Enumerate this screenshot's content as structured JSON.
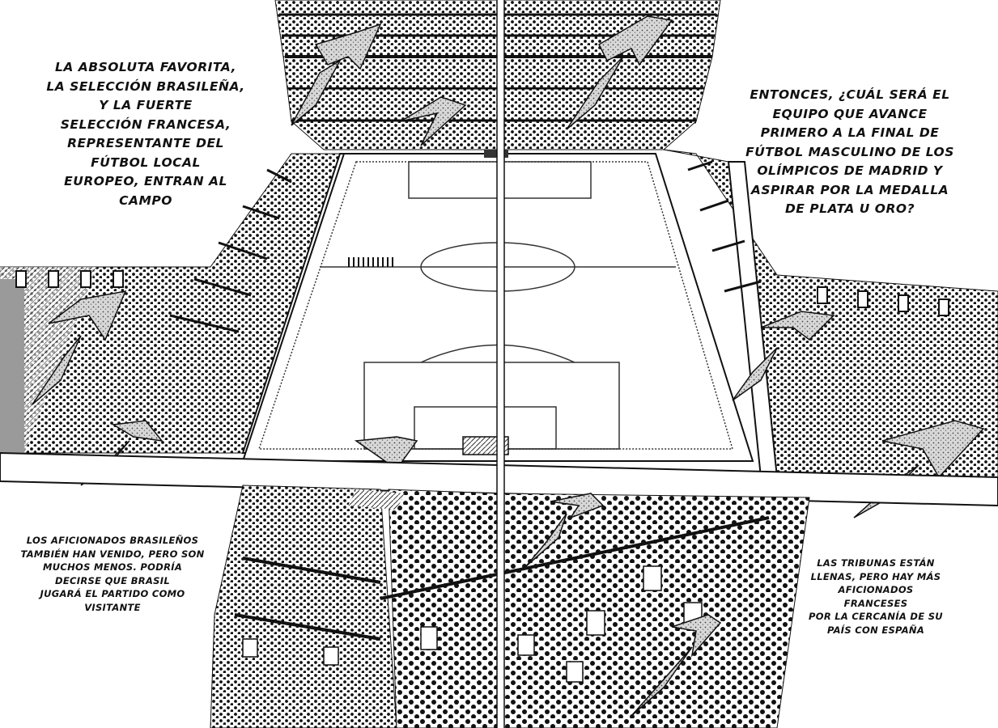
{
  "captions": {
    "top_left": "La absoluta favorita,\nla Selección Brasileña,\ny la fuerte\nselección Francesa,\nrepresentante del\nfútbol local\neuropeo, entran al\ncampo",
    "top_right": "Entonces, ¿cuál será el\nequipo que avance\nprimero a la final de\nfútbol masculino de los\nolímpicos de Madrid y\naspirar por la medalla\nde plata u oro?",
    "bottom_left": "Los aficionados brasileños\ntambién han venido, pero son\nmuchos menos. Podría\ndecirse que Brasil\njugará el partido como\nvisitante",
    "bottom_right": "Las tribunas están\nllenas, pero hay más\naficionados franceses\npor la cercanía de su\npaís con España"
  },
  "colors": {
    "ink": "#111111",
    "paper": "#ffffff",
    "tone": "#bdbdbd"
  }
}
